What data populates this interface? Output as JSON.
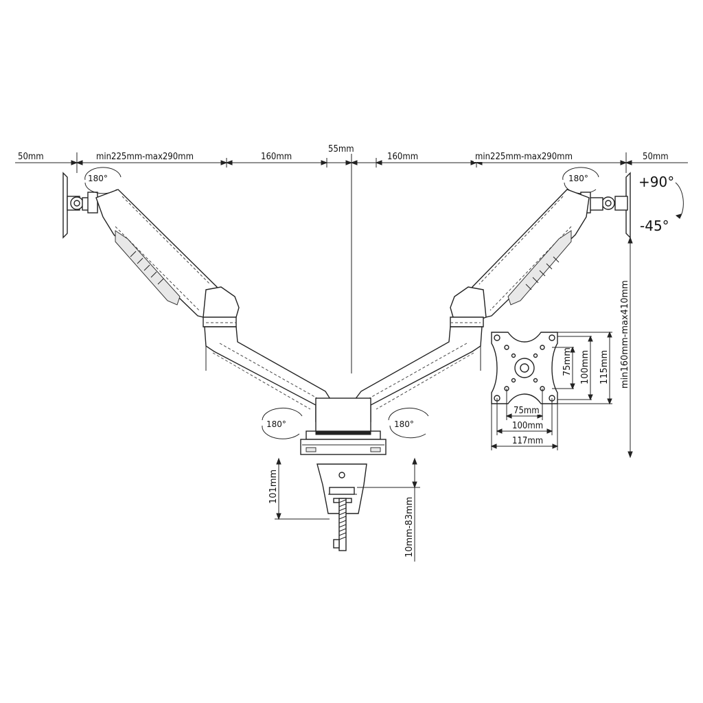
{
  "dimensions": {
    "left_plate": "50mm",
    "left_arm": "min225mm-max290mm",
    "left_span": "160mm",
    "center_gap": "55mm",
    "right_span": "160mm",
    "right_arm": "min225mm-max290mm",
    "right_plate": "50mm",
    "height_range": "min160mm-max410mm",
    "base_height": "101mm",
    "clamp_range": "10mm-83mm"
  },
  "rotations": {
    "top_left": "180°",
    "top_right": "180°",
    "bottom_left": "180°",
    "bottom_right": "180°",
    "tilt_up": "+90°",
    "tilt_down": "-45°"
  },
  "vesa": {
    "h_75": "75mm",
    "h_100": "100mm",
    "h_117": "117mm",
    "v_75": "75mm",
    "v_100": "100mm",
    "v_115": "115mm"
  }
}
